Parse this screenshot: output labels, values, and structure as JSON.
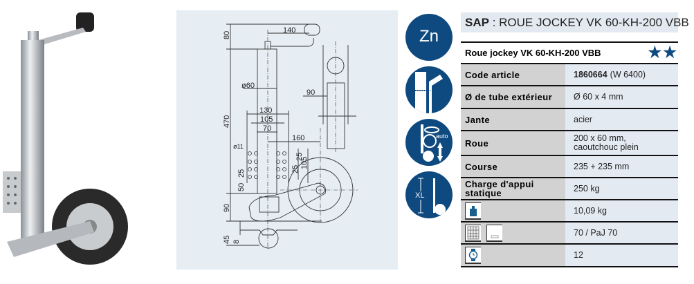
{
  "header": {
    "sap_label": "SAP",
    "sep": " : ",
    "title": "ROUE JOCKEY VK 60-KH-200 VBB"
  },
  "product": {
    "name": "Roue jockey VK 60-KH-200 VBB",
    "stars": 2,
    "star_color": "#0e4a80"
  },
  "specs": [
    {
      "label": "Code article",
      "value_bold": "1860664",
      "value": "(W 6400)"
    },
    {
      "label": "Ø de tube extérieur",
      "value": "Ø 60 x 4 mm"
    },
    {
      "label": "Jante",
      "value": "acier"
    },
    {
      "label": "Roue",
      "value": "200 x 60 mm,",
      "value2": "caoutchouc plein"
    },
    {
      "label": "Course",
      "value": "235 + 235 mm"
    },
    {
      "label": "Charge d'appui",
      "label2": "statique",
      "value": "250 kg"
    },
    {
      "icon": "weight-icon",
      "value": "10,09 kg"
    },
    {
      "icon": "pallet-icon",
      "value": "70 / PaJ 70"
    },
    {
      "icon": "clock-icon",
      "value": "12"
    }
  ],
  "badges": [
    {
      "icon": "zinc-icon",
      "text": "Zn"
    },
    {
      "icon": "tube-clamp-icon"
    },
    {
      "icon": "auto-wheel-icon",
      "text": "auto"
    },
    {
      "icon": "xl-length-icon",
      "text": "XL"
    }
  ],
  "dimensions": {
    "d80": "80",
    "d470": "470",
    "d90v": "90",
    "d140": "140",
    "phi60": "ø60",
    "d130": "130",
    "d105": "105",
    "d70": "70",
    "d160": "160",
    "phi11": "ø11",
    "d25l": "25",
    "d50": "50",
    "d25r1": "25",
    "d25r2": "25",
    "d105v": "105",
    "d90side": "90",
    "d45": "45",
    "d8": "8"
  },
  "colors": {
    "brand": "#0e4a80",
    "drawing_bg": "#e6edf3",
    "label_bg": "#d2d2d2",
    "value_bg": "#e3eaf2"
  }
}
